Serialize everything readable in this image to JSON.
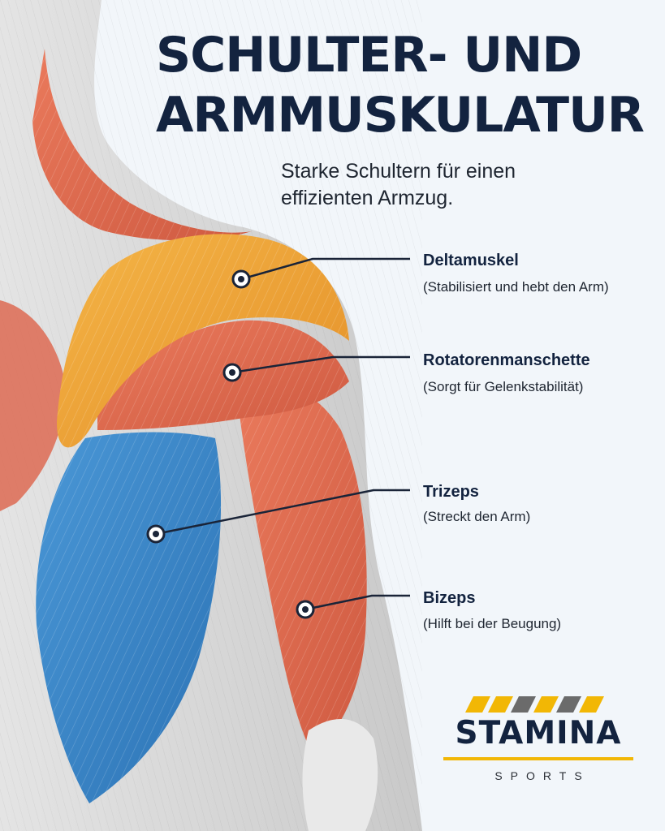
{
  "header": {
    "title_line1": "SCHULTER- UND",
    "title_line2": "ARMMUSKULATUR",
    "subtitle_line1": "Starke Schultern für einen",
    "subtitle_line2": "effizienten Armzug."
  },
  "labels": [
    {
      "name": "Deltamuskel",
      "description": "(Stabilisiert und hebt den Arm)"
    },
    {
      "name": "Rotatorenmanschette",
      "description": "(Sorgt für Gelenkstabilität)"
    },
    {
      "name": "Trizeps",
      "description": "(Streckt den Arm)"
    },
    {
      "name": "Bizeps",
      "description": "(Hilft bei der Beugung)"
    }
  ],
  "brand": {
    "name": "STAMINA",
    "tagline": "SPORTS",
    "colors": {
      "navy": "#13233f",
      "yellow": "#f2b705",
      "gray": "#6b6b6b"
    }
  },
  "colors": {
    "deltoid": "#f0a33a",
    "muscle_red": "#e0674d",
    "triceps_blue": "#3b88c8",
    "skin_gray": "#d9d9d9",
    "leader_line": "#1a2438"
  }
}
